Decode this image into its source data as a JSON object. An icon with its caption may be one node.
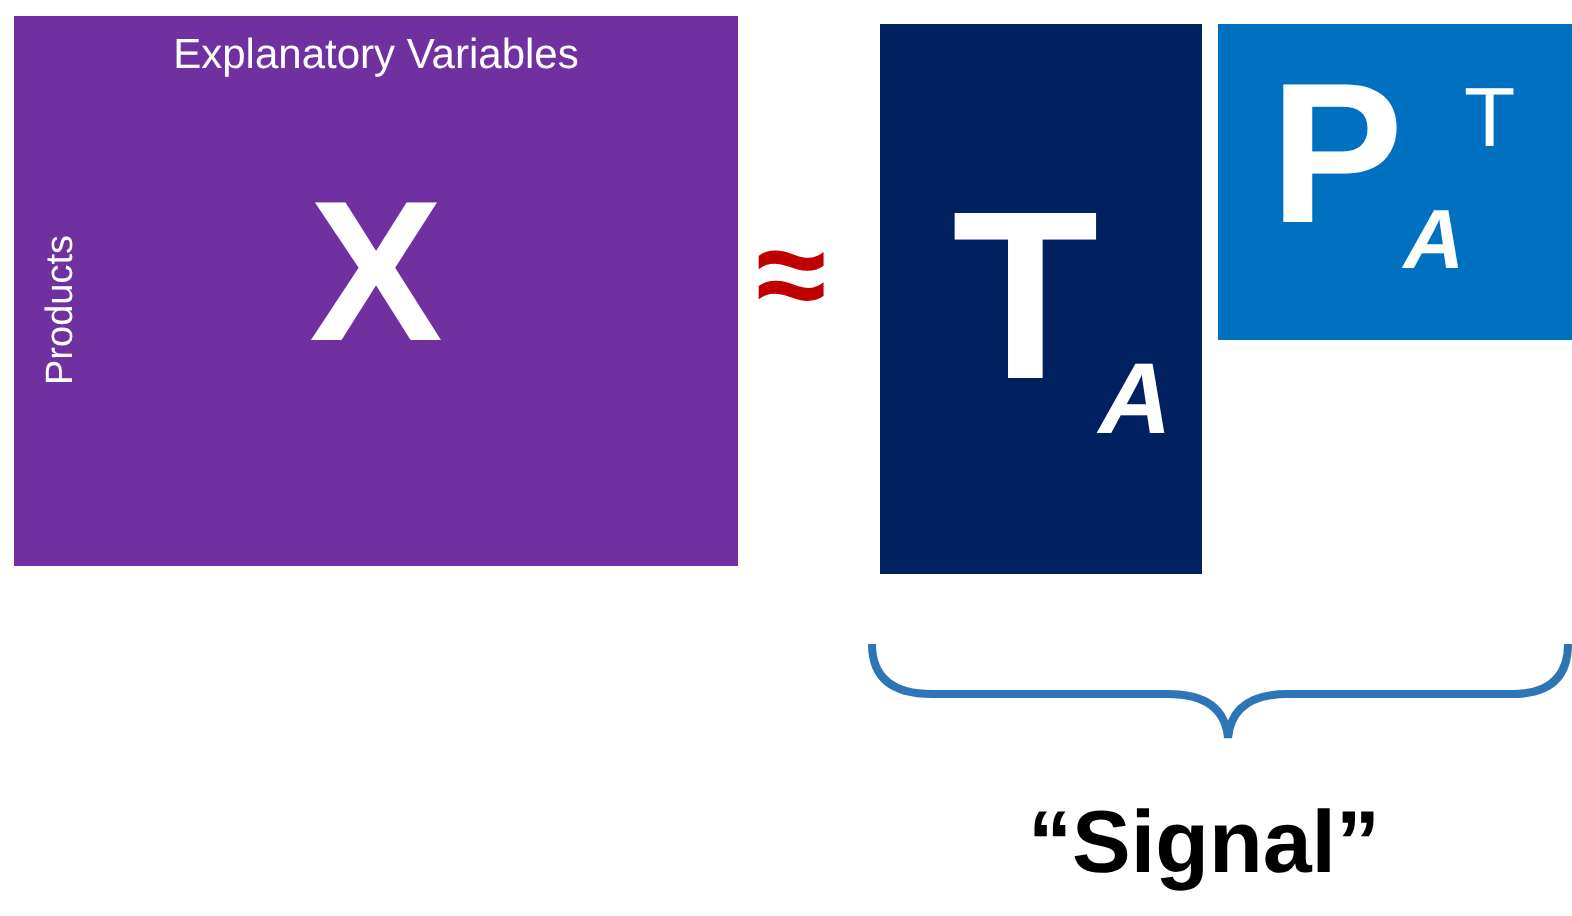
{
  "diagram": {
    "nodes": [
      {
        "text": [
          "Explanatory Variables",
          "Products",
          "X"
        ]
      },
      {
        "text": [
          "T$_{A}$"
        ]
      },
      {
        "text": [
          "P$_{A}$$^{T}$"
        ]
      }
    ],
    "labels": [
      "≈",
      "“Signal”"
    ]
  }
}
